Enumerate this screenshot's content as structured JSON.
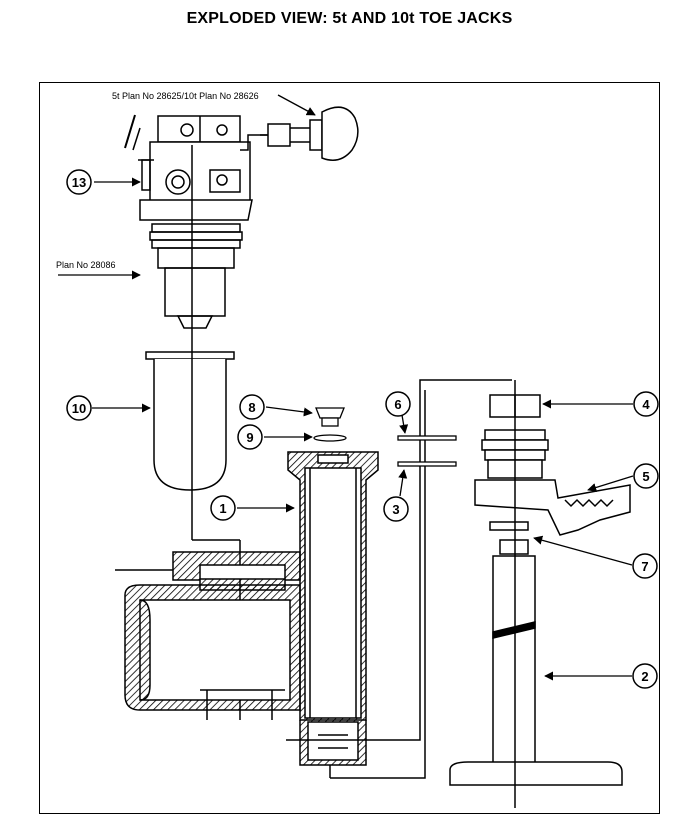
{
  "title": "EXPLODED VIEW: 5t AND 10t TOE JACKS",
  "plan_refs": {
    "top": "5t Plan No 28625/10t Plan No 28626",
    "left": "Plan No 28086"
  },
  "callouts": [
    "1",
    "2",
    "3",
    "4",
    "5",
    "6",
    "7",
    "8",
    "9",
    "10",
    "13"
  ],
  "colors": {
    "ink": "#000000",
    "paper": "#ffffff"
  }
}
